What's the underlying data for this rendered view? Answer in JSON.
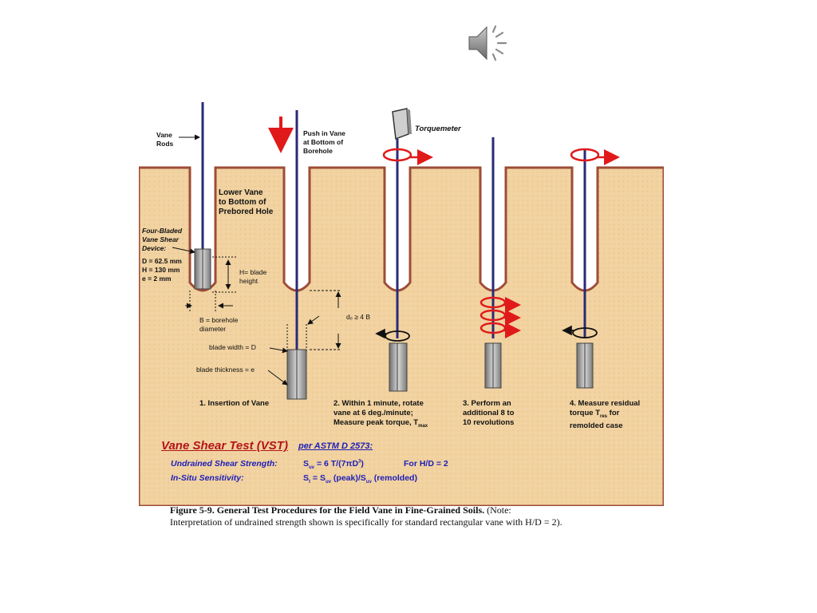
{
  "speaker": {
    "icon": "speaker-icon"
  },
  "labels": {
    "vane_rods": "Vane\nRods",
    "push_in_vane": "Push in Vane\nat Bottom of\nBorehole",
    "torquemeter": "Torquemeter",
    "lower_vane": "Lower Vane\nto Bottom of\nPrebored Hole",
    "device": "Four-Bladed\nVane Shear\nDevice:",
    "d_value": "D = 62.5 mm",
    "h_value": "H = 130 mm",
    "e_value": "e = 2 mm",
    "h_blade": "H= blade\nheight",
    "b_borehole": "B = borehole\ndiameter",
    "d_ge_4b": "dₑ ≥ 4 B",
    "blade_width": "blade  width = D",
    "blade_thickness": "blade thickness = e"
  },
  "steps": [
    {
      "text": "1.  Insertion of Vane"
    },
    {
      "text": "2.  Within 1 minute, rotate\n    vane at 6 deg./minute;\nMeasure peak torque, T",
      "sub": "max"
    },
    {
      "text": "3.  Perform an\n    additional 8 to\n    10 revolutions"
    },
    {
      "text": "4.  Measure residual\n    torque  T",
      "sub": "res",
      "text2": "   for\n    remolded case"
    }
  ],
  "vst": {
    "title": "Vane Shear Test (VST)",
    "ref": "per ASTM  D 2573:",
    "undrained_label": "Undrained Shear Strength:",
    "undrained_formula_a": "S",
    "undrained_sub": "uv",
    "undrained_formula_b": " = 6 T/(7πD",
    "undrained_sup": "3",
    "undrained_formula_c": ")",
    "undrained_note": "For H/D = 2",
    "sensitivity_label": "In-Situ Sensitivity:",
    "sensitivity_formula_a": "S",
    "sensitivity_sub1": "t",
    "sensitivity_formula_b": "  = S",
    "sensitivity_sub2": "uv",
    "sensitivity_formula_c": " (peak)/S",
    "sensitivity_sub3": "uv",
    "sensitivity_formula_d": " (remolded)"
  },
  "caption": {
    "figure_label": "Figure 5-9.   General Test Procedures for the Field Vane in Fine-Grained Soils.",
    "note": "  (Note:\nInterpretation of undrained strength shown is specifically for standard rectangular vane with H/D = 2)."
  },
  "colors": {
    "soil": "#f1d2a0",
    "surface": "#9e4c36",
    "rod": "#2a2a78",
    "arrow": "#e01a1a",
    "vst_blue": "#1d1db8",
    "vst_red": "#b3141a"
  }
}
